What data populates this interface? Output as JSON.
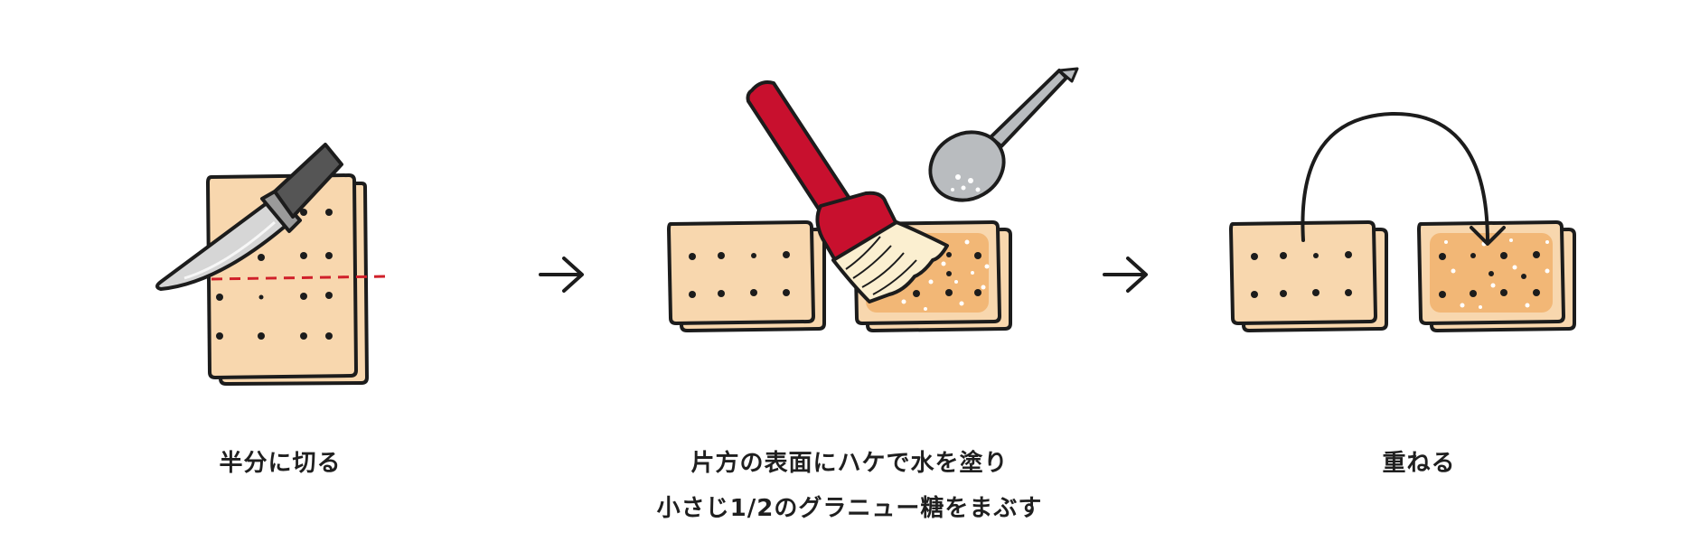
{
  "steps": [
    {
      "caption": "半分に切る"
    },
    {
      "caption_line1": "片方の表面にハケで水を塗り",
      "caption_line2": "小さじ1/2のグラニュー糖をまぶす"
    },
    {
      "caption": "重ねる"
    }
  ],
  "icons": [
    "knife-icon",
    "arrow-right-icon",
    "pastry-brush-icon",
    "spoon-icon",
    "curved-arrow-icon"
  ],
  "colors": {
    "dough": "#f8d7ae",
    "sugared_dough": "#f2b776",
    "outline": "#1c1c1c",
    "cut_line": "#d0202a",
    "brush_handle": "#c8102e",
    "bristles": "#fbefd0",
    "spoon": "#b9bcbf",
    "blade": "#d6d6d6"
  }
}
